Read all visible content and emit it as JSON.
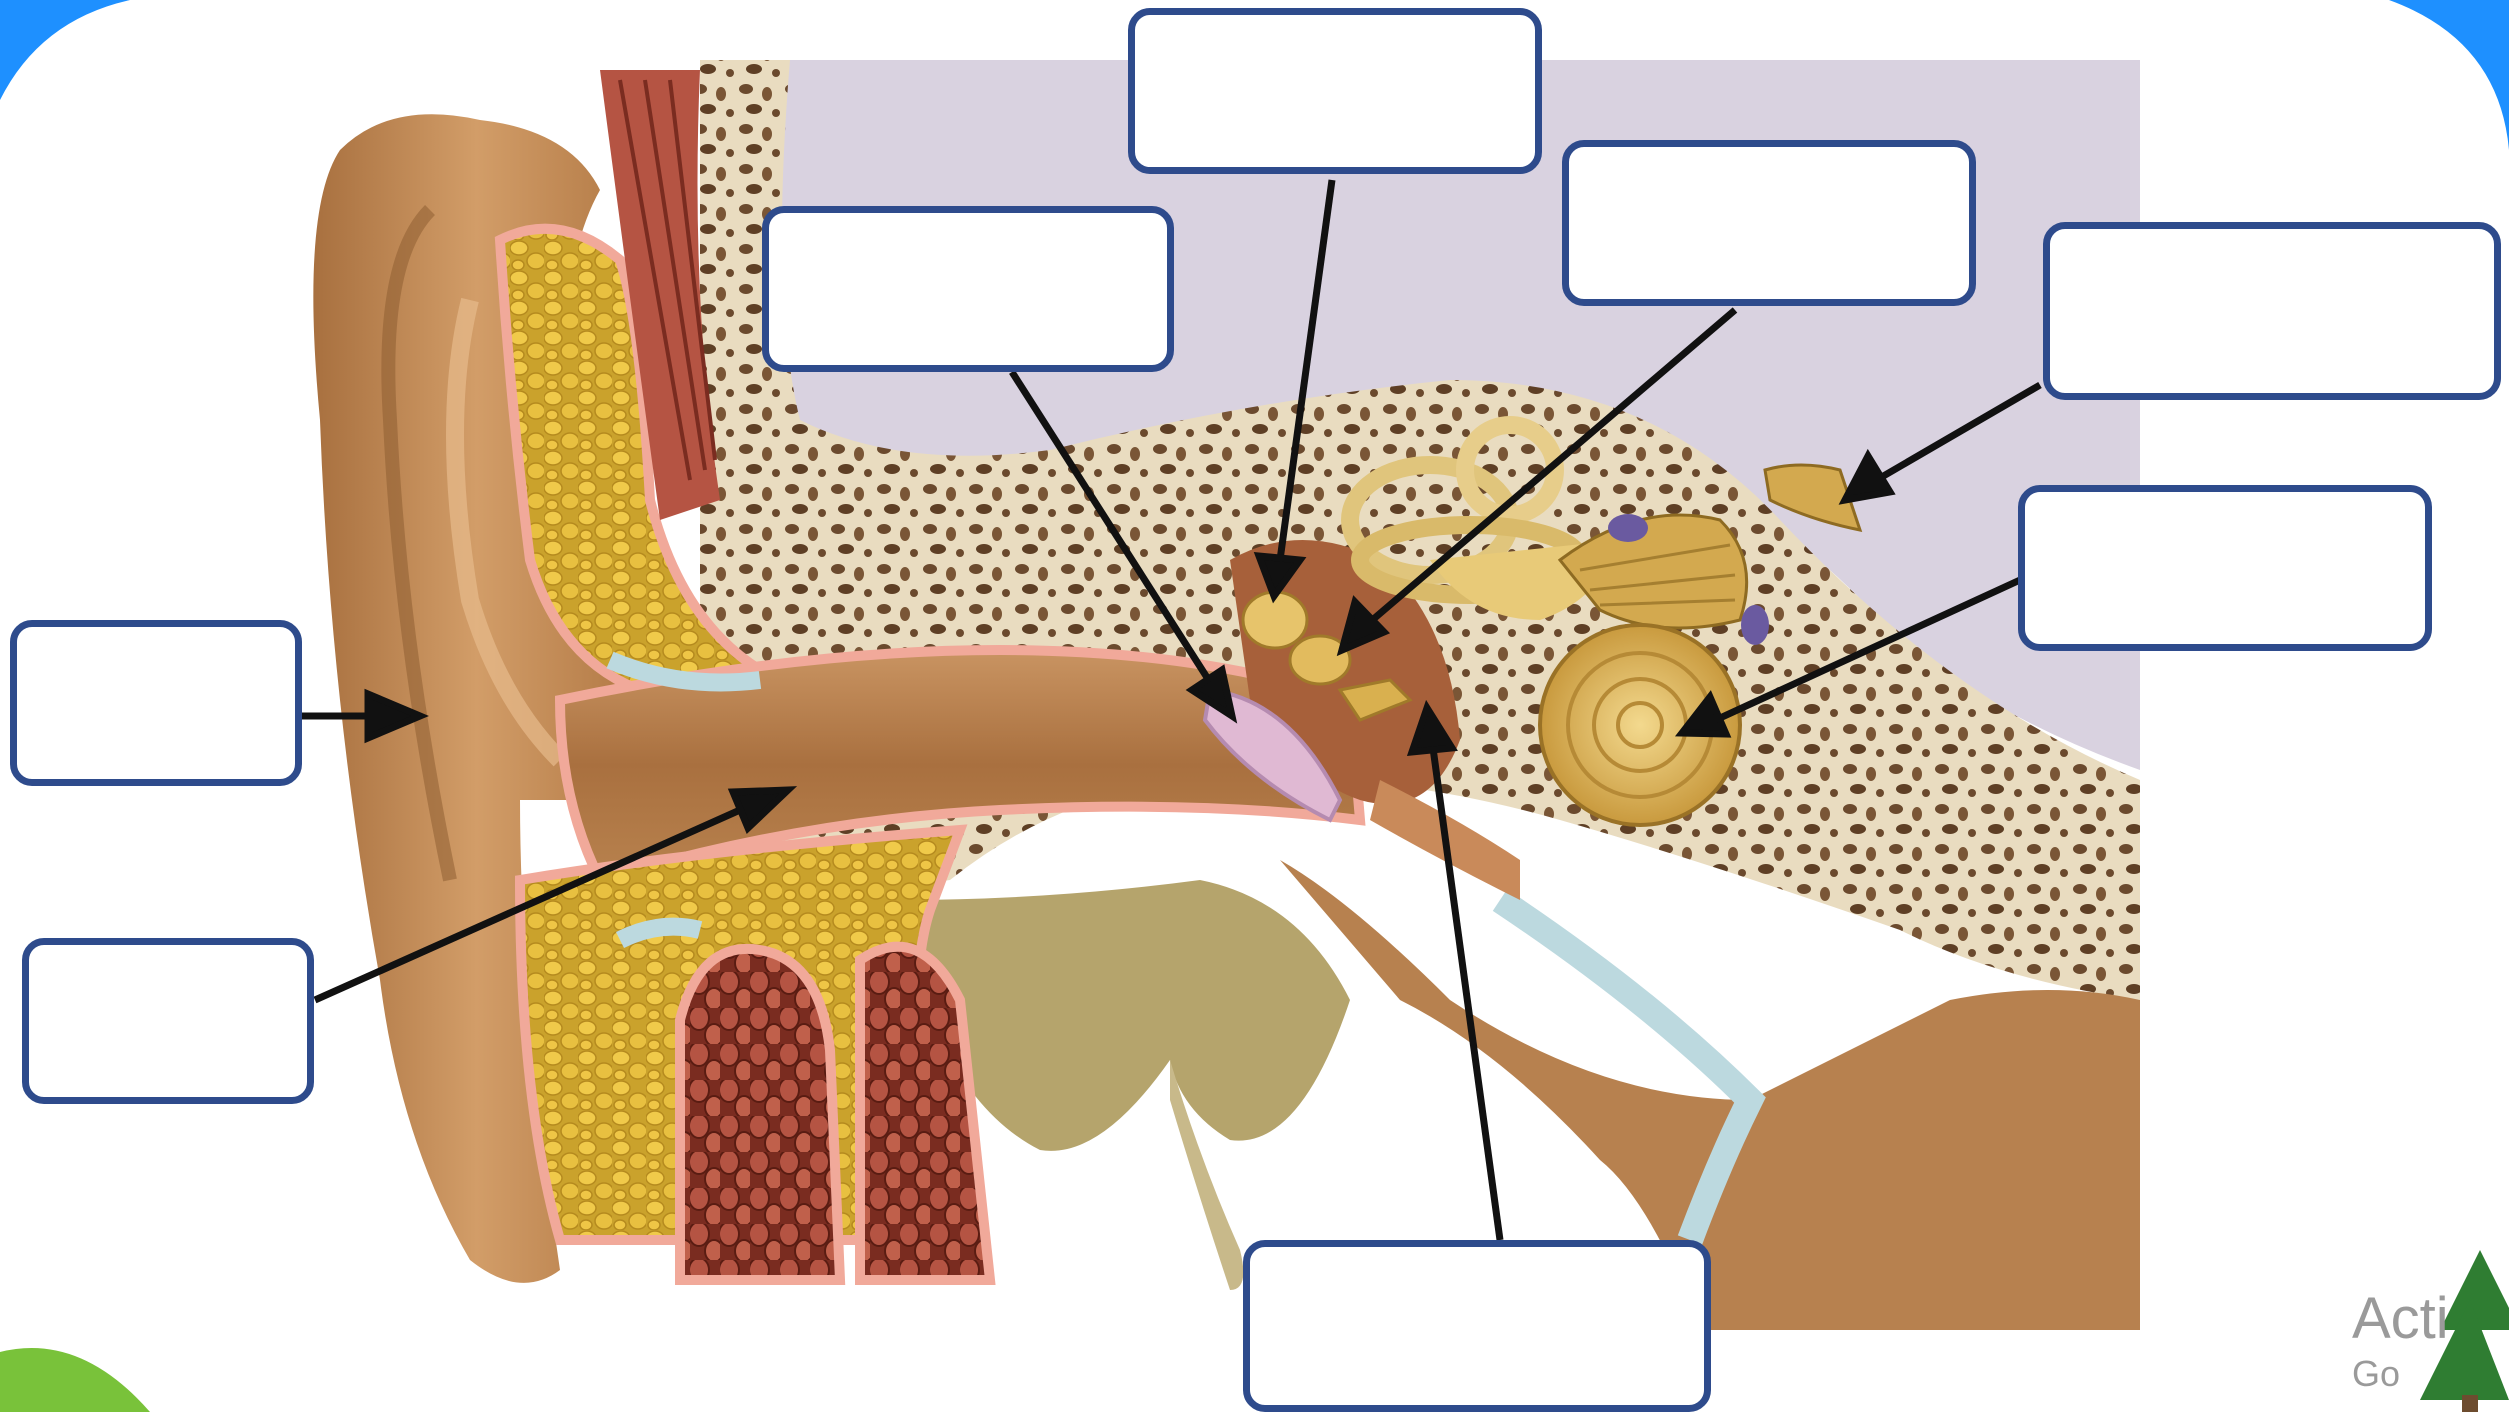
{
  "slide": {
    "accent_blue": "#1e90ff",
    "accent_green": "#79c23a",
    "box_border_color": "#2e4b8c",
    "arrow_color": "#111111"
  },
  "diagram": {
    "subject": "ear-anatomy-cross-section",
    "blank_labels": [
      {
        "id": "pinna",
        "text": ""
      },
      {
        "id": "ear-canal",
        "text": ""
      },
      {
        "id": "eardrum",
        "text": ""
      },
      {
        "id": "ossicles",
        "text": ""
      },
      {
        "id": "semicircular-canals",
        "text": ""
      },
      {
        "id": "auditory-nerve",
        "text": ""
      },
      {
        "id": "cochlea",
        "text": ""
      },
      {
        "id": "eustachian-tube",
        "text": ""
      }
    ]
  },
  "watermark": {
    "line1": "Acti",
    "line2": "Go"
  },
  "icons": [
    "pine-tree-icon"
  ]
}
